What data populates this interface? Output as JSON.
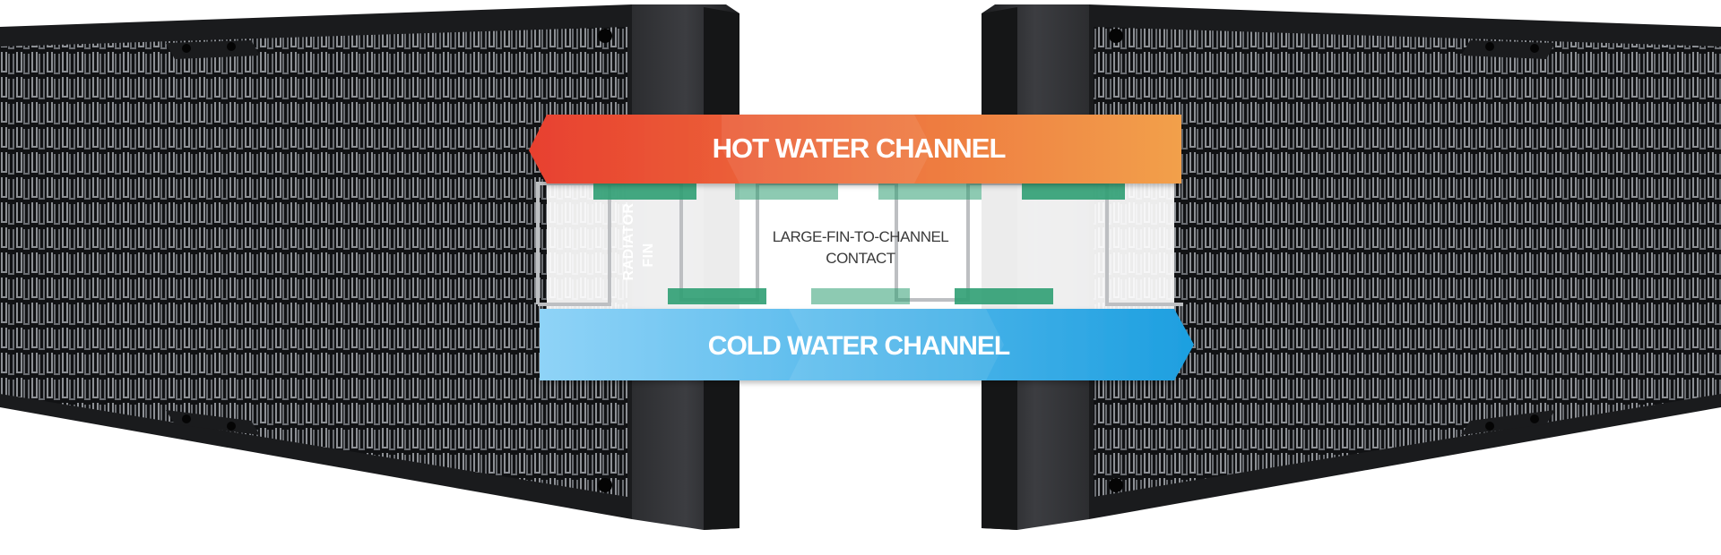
{
  "colors": {
    "hot_start": "#e8402f",
    "hot_end": "#f2a04b",
    "cold_start": "#8fd3f7",
    "cold_end": "#1d9fe0",
    "fin_contact": "#2f9e73",
    "radiator_body": "#1e1f21"
  },
  "labels": {
    "hot_channel": "HOT WATER CHANNEL",
    "cold_channel": "COLD WATER CHANNEL",
    "contact_line1": "LARGE-FIN-TO-CHANNEL",
    "contact_line2": "CONTACT",
    "fin_line1": "RADIATOR",
    "fin_line2": "FIN"
  }
}
